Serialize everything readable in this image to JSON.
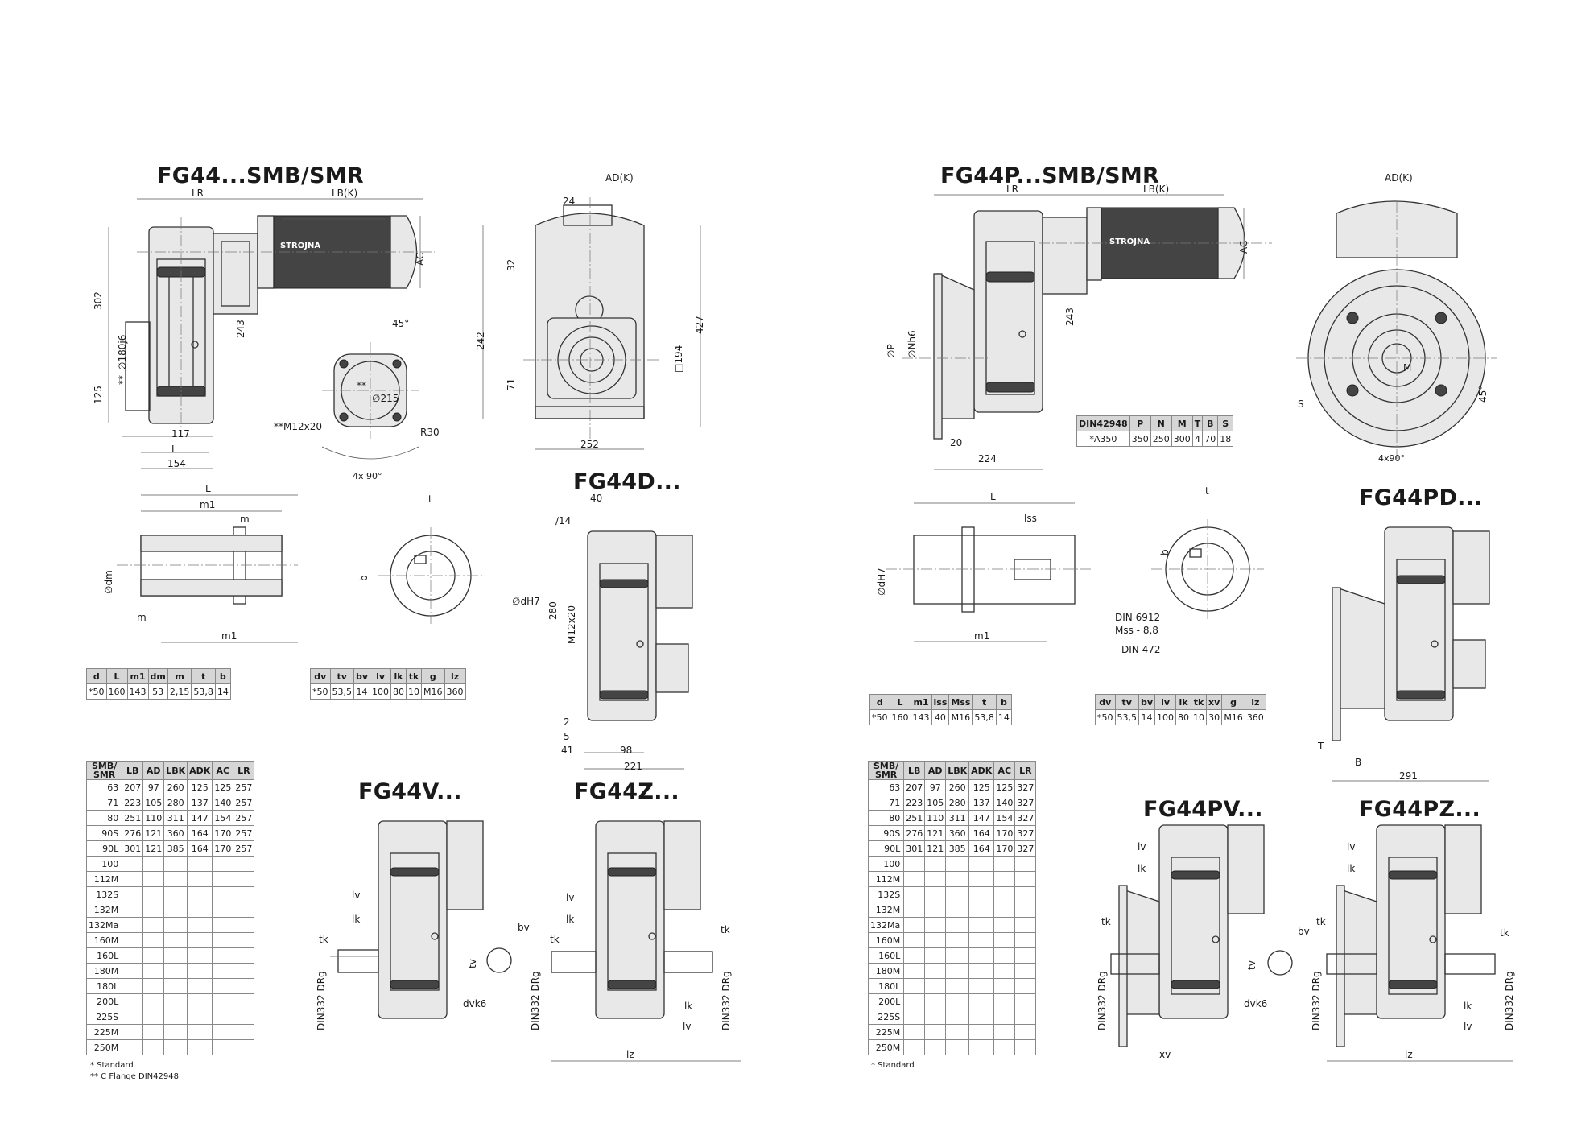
{
  "titles": {
    "fg44_smb": "FG44...SMB/SMR",
    "fg44p_smb": "FG44P...SMB/SMR",
    "fg44d": "FG44D...",
    "fg44pd": "FG44PD...",
    "fg44v": "FG44V...",
    "fg44z": "FG44Z...",
    "fg44pv": "FG44PV...",
    "fg44pz": "FG44PZ..."
  },
  "motor_brand": "STROJNA",
  "dims_left": {
    "lr": "LR",
    "lbk": "LB(K)",
    "ac": "AC",
    "adk": "AD(K)",
    "d302": "302",
    "d180j6": "∅180j6",
    "dstar": "**",
    "d125": "125",
    "d243": "243",
    "d117": "117",
    "l": "L",
    "d154": "154",
    "d45": "45°",
    "d215": "∅215",
    "dstar2": "**",
    "m12": "**M12x20",
    "r30": "R30",
    "x4": "4x 90°",
    "d24": "24",
    "d32": "32",
    "d242": "242",
    "d71": "71",
    "d427": "427",
    "d194": "□194",
    "d252": "252"
  },
  "dims_left_shaft": {
    "l": "L",
    "m1": "m1",
    "m": "m",
    "dm": "∅dm",
    "m_b": "m",
    "m1_b": "m1",
    "t": "t",
    "b": "b",
    "dh7": "∅dH7"
  },
  "dims_left_d": {
    "d40": "40",
    "d14": "∕14",
    "d280": "280",
    "m12": "M12x20",
    "d2": "2",
    "d5": "5",
    "d41": "41",
    "d98": "98",
    "d221": "221"
  },
  "dims_right": {
    "lr": "LR",
    "lbk": "LB(K)",
    "ac": "AC",
    "adk": "AD(K)",
    "d243": "243",
    "dp": "∅P",
    "dn": "∅Nh6",
    "d20": "20",
    "d224": "224",
    "s": "S",
    "m": "M",
    "d45": "45°",
    "x4": "4x90°"
  },
  "dims_right_shaft": {
    "l": "L",
    "lss": "lss",
    "dh7": "∅dH7",
    "m1": "m1",
    "t": "t",
    "b": "b",
    "din6912": "DIN 6912",
    "mss": "Mss - 8,8",
    "din472": "DIN 472"
  },
  "dims_right_pd": {
    "t": "T",
    "b": "B",
    "d291": "291"
  },
  "dims_v": {
    "lv": "lv",
    "lk": "lk",
    "tk": "tk",
    "din": "DIN332 DRg",
    "tv": "tv",
    "bv": "bv",
    "dvk6": "dvk6",
    "lz": "lz",
    "xv": "xv"
  },
  "table_flange": {
    "headers": [
      "DIN42948",
      "P",
      "N",
      "M",
      "T",
      "B",
      "S"
    ],
    "rows": [
      [
        "*A350",
        "350",
        "250",
        "300",
        "4",
        "70",
        "18"
      ]
    ]
  },
  "table_shaft_left": {
    "headers": [
      "d",
      "L",
      "m1",
      "dm",
      "m",
      "t",
      "b"
    ],
    "rows": [
      [
        "*50",
        "160",
        "143",
        "53",
        "2,15",
        "53,8",
        "14"
      ]
    ]
  },
  "table_v_left": {
    "headers": [
      "dv",
      "tv",
      "bv",
      "lv",
      "lk",
      "tk",
      "g",
      "lz"
    ],
    "rows": [
      [
        "*50",
        "53,5",
        "14",
        "100",
        "80",
        "10",
        "M16",
        "360"
      ]
    ]
  },
  "table_shaft_right": {
    "headers": [
      "d",
      "L",
      "m1",
      "lss",
      "Mss",
      "t",
      "b"
    ],
    "rows": [
      [
        "*50",
        "160",
        "143",
        "40",
        "M16",
        "53,8",
        "14"
      ]
    ]
  },
  "table_v_right": {
    "headers": [
      "dv",
      "tv",
      "bv",
      "lv",
      "lk",
      "tk",
      "xv",
      "g",
      "lz"
    ],
    "rows": [
      [
        "*50",
        "53,5",
        "14",
        "100",
        "80",
        "10",
        "30",
        "M16",
        "360"
      ]
    ]
  },
  "table_motor_left": {
    "headers": [
      "SMB/\nSMR",
      "LB",
      "AD",
      "LBK",
      "ADK",
      "AC",
      "LR"
    ],
    "rows": [
      [
        "63",
        "207",
        "97",
        "260",
        "125",
        "125",
        "257"
      ],
      [
        "71",
        "223",
        "105",
        "280",
        "137",
        "140",
        "257"
      ],
      [
        "80",
        "251",
        "110",
        "311",
        "147",
        "154",
        "257"
      ],
      [
        "90S",
        "276",
        "121",
        "360",
        "164",
        "170",
        "257"
      ],
      [
        "90L",
        "301",
        "121",
        "385",
        "164",
        "170",
        "257"
      ],
      [
        "100",
        "",
        "",
        "",
        "",
        "",
        ""
      ],
      [
        "112M",
        "",
        "",
        "",
        "",
        "",
        ""
      ],
      [
        "132S",
        "",
        "",
        "",
        "",
        "",
        ""
      ],
      [
        "132M",
        "",
        "",
        "",
        "",
        "",
        ""
      ],
      [
        "132Ma",
        "",
        "",
        "",
        "",
        "",
        ""
      ],
      [
        "160M",
        "",
        "",
        "",
        "",
        "",
        ""
      ],
      [
        "160L",
        "",
        "",
        "",
        "",
        "",
        ""
      ],
      [
        "180M",
        "",
        "",
        "",
        "",
        "",
        ""
      ],
      [
        "180L",
        "",
        "",
        "",
        "",
        "",
        ""
      ],
      [
        "200L",
        "",
        "",
        "",
        "",
        "",
        ""
      ],
      [
        "225S",
        "",
        "",
        "",
        "",
        "",
        ""
      ],
      [
        "225M",
        "",
        "",
        "",
        "",
        "",
        ""
      ],
      [
        "250M",
        "",
        "",
        "",
        "",
        "",
        ""
      ]
    ],
    "notes": [
      "* Standard",
      "** C Flange DIN42948"
    ]
  },
  "table_motor_right": {
    "headers": [
      "SMB/\nSMR",
      "LB",
      "AD",
      "LBK",
      "ADK",
      "AC",
      "LR"
    ],
    "rows": [
      [
        "63",
        "207",
        "97",
        "260",
        "125",
        "125",
        "327"
      ],
      [
        "71",
        "223",
        "105",
        "280",
        "137",
        "140",
        "327"
      ],
      [
        "80",
        "251",
        "110",
        "311",
        "147",
        "154",
        "327"
      ],
      [
        "90S",
        "276",
        "121",
        "360",
        "164",
        "170",
        "327"
      ],
      [
        "90L",
        "301",
        "121",
        "385",
        "164",
        "170",
        "327"
      ],
      [
        "100",
        "",
        "",
        "",
        "",
        "",
        ""
      ],
      [
        "112M",
        "",
        "",
        "",
        "",
        "",
        ""
      ],
      [
        "132S",
        "",
        "",
        "",
        "",
        "",
        ""
      ],
      [
        "132M",
        "",
        "",
        "",
        "",
        "",
        ""
      ],
      [
        "132Ma",
        "",
        "",
        "",
        "",
        "",
        ""
      ],
      [
        "160M",
        "",
        "",
        "",
        "",
        "",
        ""
      ],
      [
        "160L",
        "",
        "",
        "",
        "",
        "",
        ""
      ],
      [
        "180M",
        "",
        "",
        "",
        "",
        "",
        ""
      ],
      [
        "180L",
        "",
        "",
        "",
        "",
        "",
        ""
      ],
      [
        "200L",
        "",
        "",
        "",
        "",
        "",
        ""
      ],
      [
        "225S",
        "",
        "",
        "",
        "",
        "",
        ""
      ],
      [
        "225M",
        "",
        "",
        "",
        "",
        "",
        ""
      ],
      [
        "250M",
        "",
        "",
        "",
        "",
        "",
        ""
      ]
    ],
    "notes": [
      "* Standard"
    ]
  }
}
